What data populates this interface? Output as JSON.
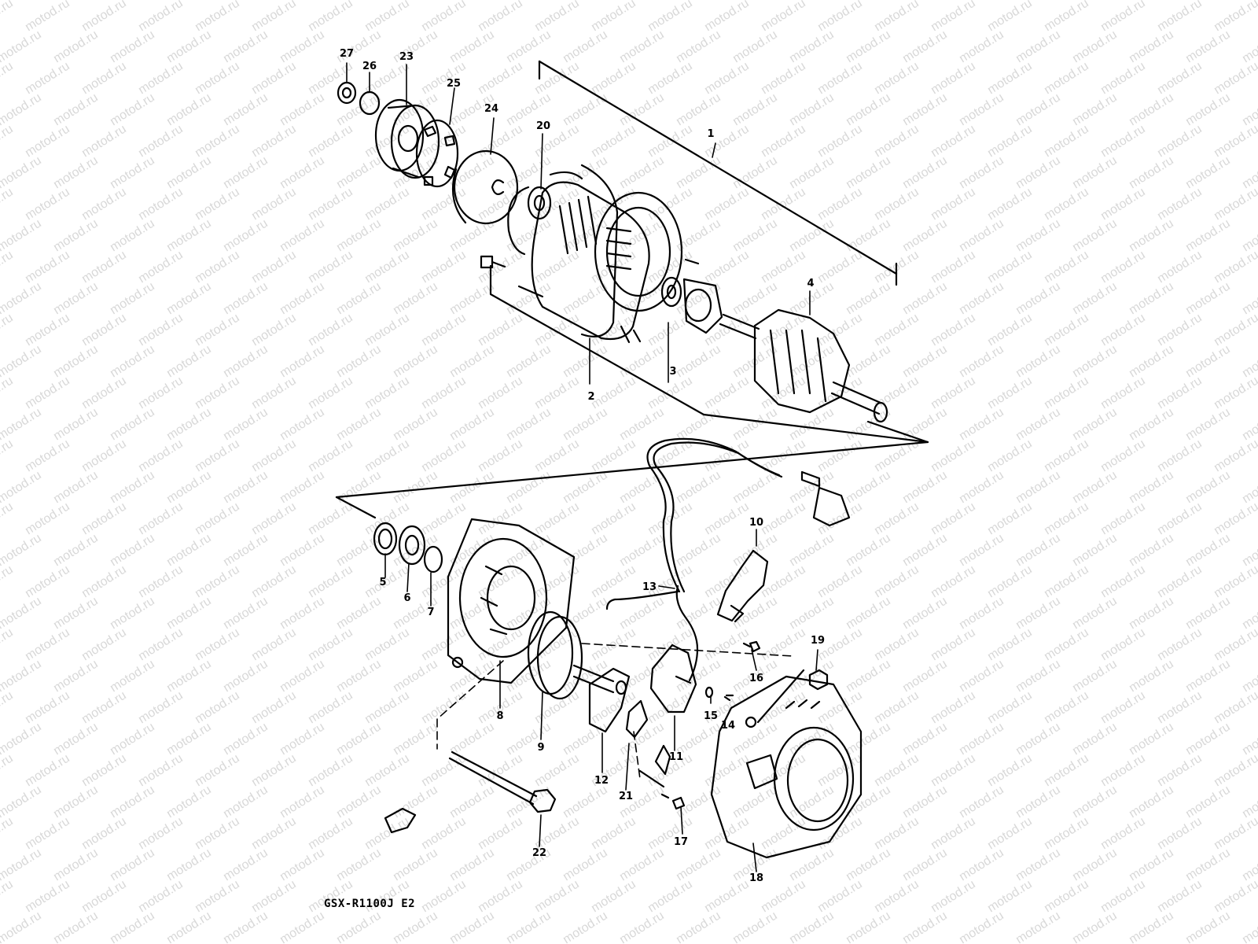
{
  "watermark_text": "motod.ru",
  "watermark_color": "#d8d8d8",
  "ink_color": "#000000",
  "caption": "GSX-R1100J E2",
  "callouts": [
    "1",
    "2",
    "3",
    "4",
    "5",
    "6",
    "7",
    "8",
    "9",
    "10",
    "11",
    "12",
    "13",
    "14",
    "15",
    "16",
    "17",
    "18",
    "19",
    "20",
    "21",
    "22",
    "23",
    "24",
    "25",
    "26",
    "27"
  ]
}
